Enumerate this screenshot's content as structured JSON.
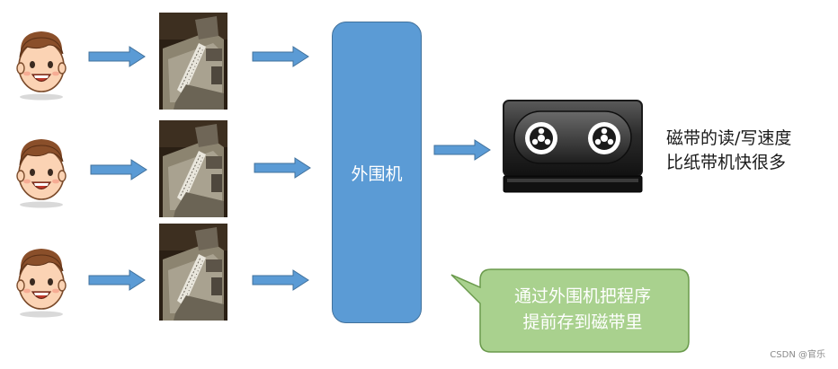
{
  "peripheral": {
    "label": "外围机"
  },
  "tape": {
    "caption_line1": "磁带的读/写速度",
    "caption_line2": "比纸带机快很多"
  },
  "callout": {
    "line1": "通过外围机把程序",
    "line2": "提前存到磁带里"
  },
  "watermark": "CSDN @官乐",
  "colors": {
    "arrow_fill": "#5b9bd5",
    "arrow_stroke": "#41719c",
    "peripheral_fill": "#5b9bd5",
    "callout_fill": "#a9d18e",
    "callout_stroke": "#548235",
    "tape_body": "#2b2b2b"
  },
  "rows": [
    {
      "face": "user-face-icon",
      "device": "paper-tape-machine"
    },
    {
      "face": "user-face-icon",
      "device": "paper-tape-machine"
    },
    {
      "face": "user-face-icon",
      "device": "paper-tape-machine"
    }
  ]
}
